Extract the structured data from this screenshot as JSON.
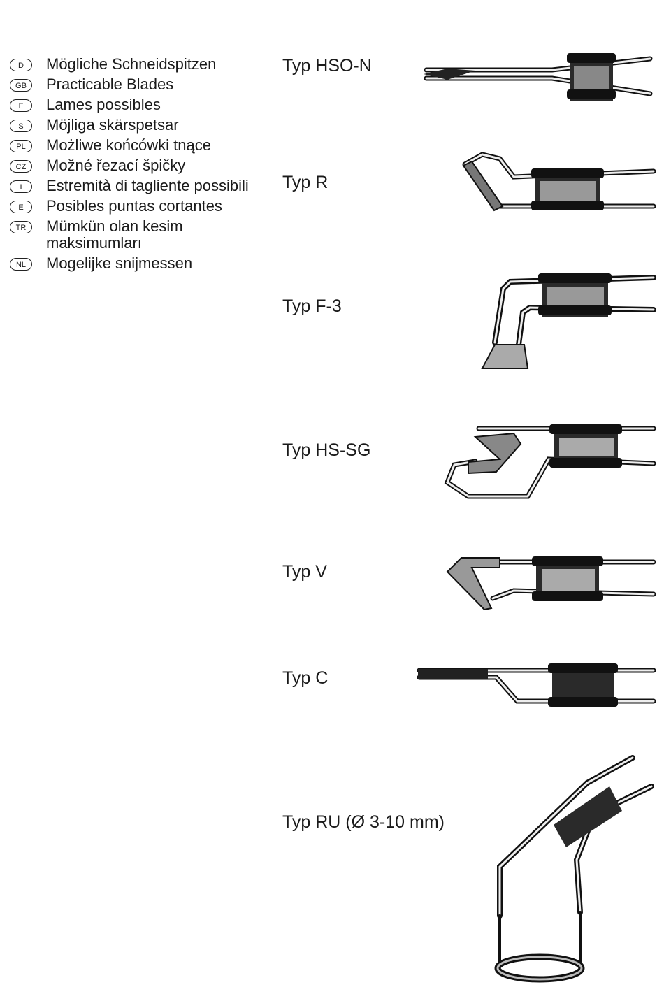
{
  "legend": [
    {
      "code": "D",
      "text": "Mögliche Schneidspitzen"
    },
    {
      "code": "GB",
      "text": "Practicable Blades"
    },
    {
      "code": "F",
      "text": "Lames possibles"
    },
    {
      "code": "S",
      "text": "Möjliga skärspetsar"
    },
    {
      "code": "PL",
      "text": "Możliwe końcówki tnące"
    },
    {
      "code": "CZ",
      "text": "Možné řezací špičky"
    },
    {
      "code": "I",
      "text": "Estremità di tagliente possibili"
    },
    {
      "code": "E",
      "text": "Posibles puntas cortantes"
    },
    {
      "code": "TR",
      "text": "Mümkün olan kesim maksimumları"
    },
    {
      "code": "NL",
      "text": "Mogelijke snijmessen"
    }
  ],
  "types": [
    {
      "label": "Typ HSO-N"
    },
    {
      "label": "Typ R"
    },
    {
      "label": "Typ F-3"
    },
    {
      "label": "Typ HS-SG"
    },
    {
      "label": "Typ V"
    },
    {
      "label": "Typ C"
    },
    {
      "label": "Typ RU (Ø 3-10 mm)"
    }
  ]
}
